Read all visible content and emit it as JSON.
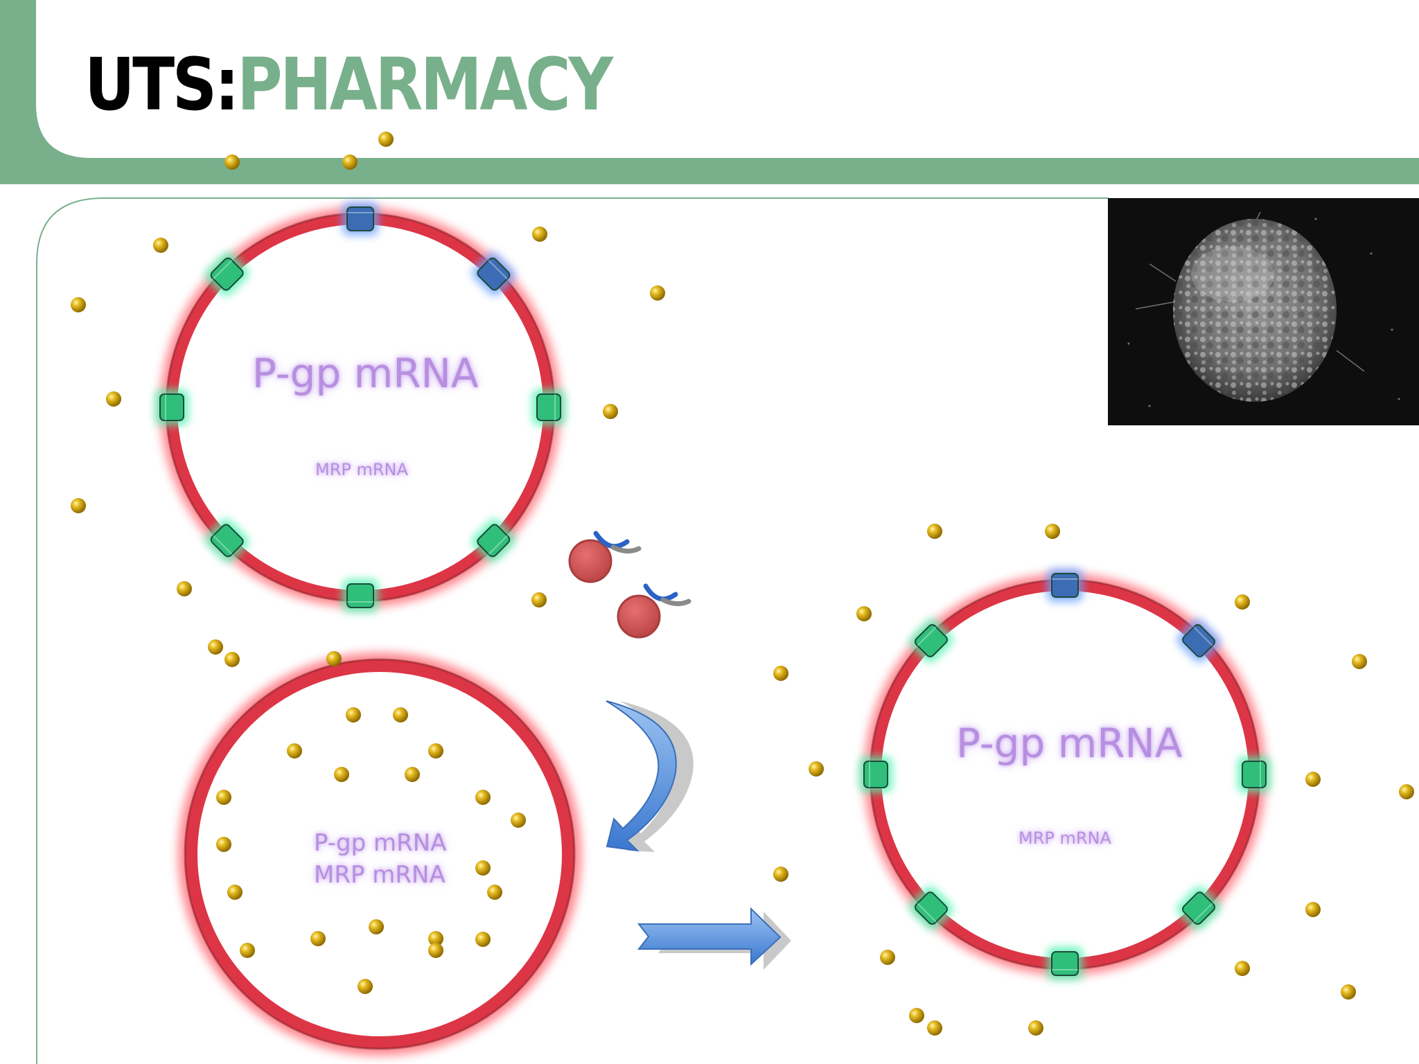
{
  "header": {
    "logo_prefix": "UTS:",
    "logo_suffix": "PHARMACY",
    "brand_color": "#79b08c"
  },
  "cells": [
    {
      "id": "cell-top-left",
      "primary_label": "P-gp mRNA",
      "secondary_label": "MRP mRNA"
    },
    {
      "id": "cell-bottom-left",
      "primary_label": "P-gp mRNA",
      "secondary_label": "MRP mRNA"
    },
    {
      "id": "cell-right",
      "primary_label": "P-gp mRNA",
      "secondary_label": "MRP mRNA"
    }
  ],
  "colors": {
    "membrane": "#dc3545",
    "pump_green": "#2fbf7a",
    "pump_blue": "#3c6db4",
    "drug_particle": "#d4a516",
    "antibody_red": "#d04545",
    "arrow_blue": "#4a89d8"
  },
  "icons": [
    "drug-particle-icon",
    "membrane-pump-icon",
    "antibody-icon",
    "curved-arrow-icon",
    "right-arrow-icon"
  ],
  "micrograph": {
    "description_icon": "cell-micrograph-icon"
  }
}
